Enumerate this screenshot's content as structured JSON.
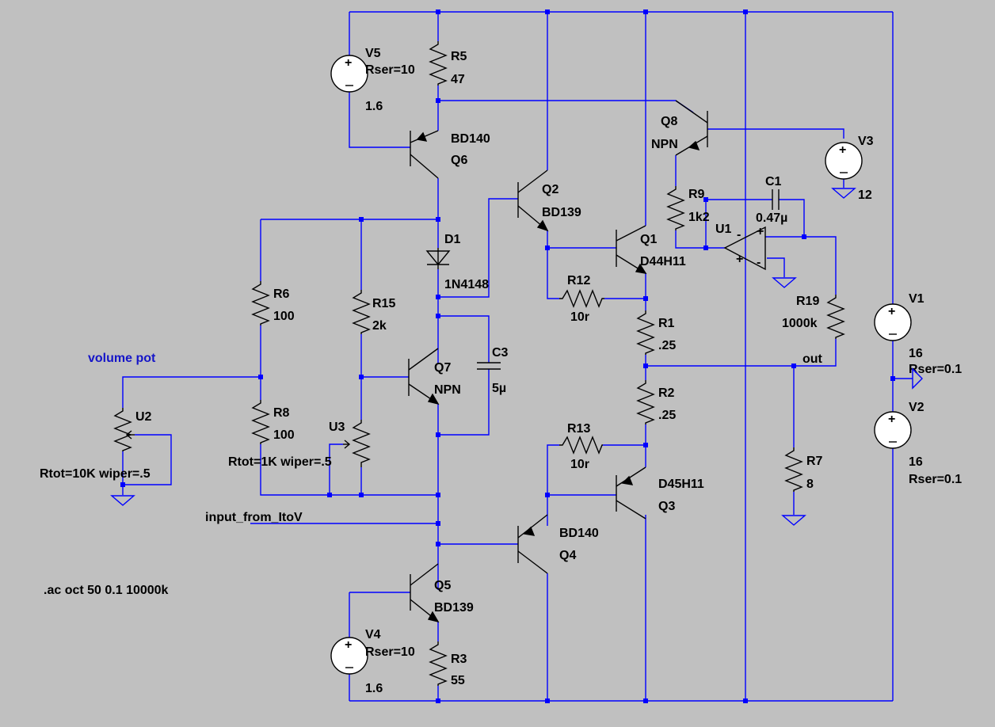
{
  "components": {
    "V5": {
      "name": "V5",
      "param": "Rser=10",
      "value": "1.6"
    },
    "R5": {
      "name": "R5",
      "value": "47"
    },
    "Q6": {
      "name": "Q6",
      "model": "BD140"
    },
    "Q2": {
      "name": "Q2",
      "model": "BD139"
    },
    "Q8": {
      "name": "Q8",
      "model": "NPN"
    },
    "V3": {
      "name": "V3",
      "value": "12"
    },
    "R9": {
      "name": "R9",
      "value": "1k2"
    },
    "C1": {
      "name": "C1",
      "value": "0.47µ"
    },
    "U1": {
      "name": "U1"
    },
    "Q1": {
      "name": "Q1",
      "model": "D44H11"
    },
    "D1": {
      "name": "D1",
      "model": "1N4148"
    },
    "R6": {
      "name": "R6",
      "value": "100"
    },
    "R15": {
      "name": "R15",
      "value": "2k"
    },
    "R12": {
      "name": "R12",
      "value": "10r"
    },
    "R19": {
      "name": "R19",
      "value": "1000k"
    },
    "V1": {
      "name": "V1",
      "value": "16",
      "param": "Rser=0.1"
    },
    "R1": {
      "name": "R1",
      "value": ".25"
    },
    "C3": {
      "name": "C3",
      "value": "5µ"
    },
    "Q7": {
      "name": "Q7",
      "model": "NPN"
    },
    "U2": {
      "name": "U2",
      "param": "Rtot=10K wiper=.5"
    },
    "R8": {
      "name": "R8",
      "value": "100"
    },
    "U3": {
      "name": "U3",
      "param": "Rtot=1K wiper=.5"
    },
    "R2": {
      "name": "R2",
      "value": ".25"
    },
    "V2": {
      "name": "V2",
      "value": "16",
      "param": "Rser=0.1"
    },
    "R13": {
      "name": "R13",
      "value": "10r"
    },
    "Q3": {
      "name": "Q3",
      "model": "D45H11"
    },
    "R7": {
      "name": "R7",
      "value": "8"
    },
    "Q4": {
      "name": "Q4",
      "model": "BD140"
    },
    "Q5": {
      "name": "Q5",
      "model": "BD139"
    },
    "V4": {
      "name": "V4",
      "param": "Rser=10",
      "value": "1.6"
    },
    "R3": {
      "name": "R3",
      "value": "55"
    }
  },
  "nets": {
    "volume_pot": "volume pot",
    "out": "out",
    "input": "input_from_ItoV"
  },
  "directive": ".ac oct 50 0.1 10000k",
  "colors": {
    "background": "#c0c0c0",
    "wire": "#0000ff",
    "component": "#000000",
    "net_label_highlight": "#1515c8"
  }
}
